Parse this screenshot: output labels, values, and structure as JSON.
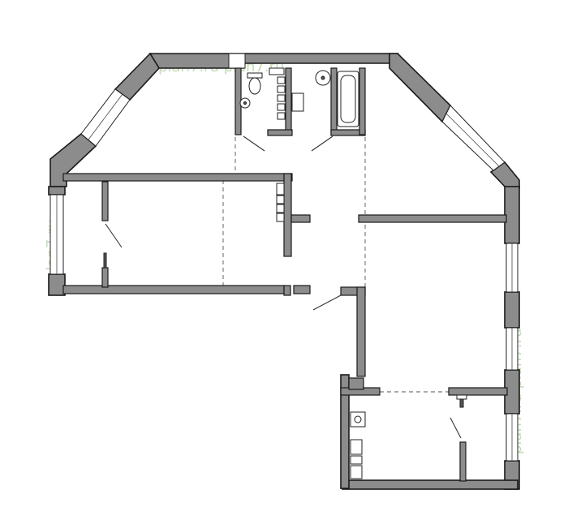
{
  "watermarks": {
    "top": "plan7.ru  plan7.ru",
    "left": "plan7.ru",
    "right": "plan7.ru  plan7.ru"
  },
  "colors": {
    "wall": "#8c8c8c",
    "outline": "#1a1a1a",
    "watermark": "#b9d7a8",
    "background": "#ffffff"
  }
}
